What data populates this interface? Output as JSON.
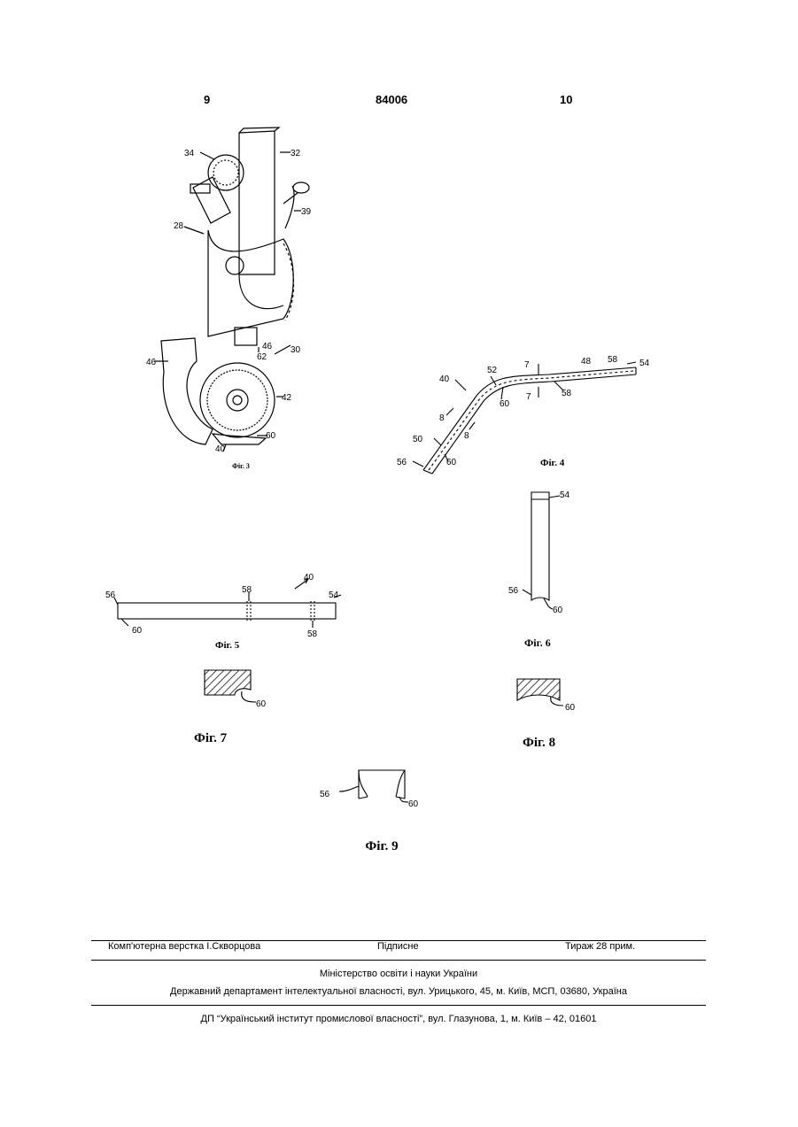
{
  "header": {
    "page_left": "9",
    "patent_number": "84006",
    "page_right": "10"
  },
  "fig3": {
    "caption": "Фіг. 3",
    "labels": {
      "l34": "34",
      "l32": "32",
      "l39": "39",
      "l28": "28",
      "l46a": "46",
      "l46b": "46",
      "l62": "62",
      "l30": "30",
      "l42": "42",
      "l40": "40",
      "l60": "60"
    }
  },
  "fig4": {
    "caption": "Фіг. 4",
    "labels": {
      "l40": "40",
      "l52": "52",
      "l7a": "7",
      "l48": "48",
      "l58a": "58",
      "l54": "54",
      "l58b": "58",
      "l7b": "7",
      "l60a": "60",
      "l8a": "8",
      "l8b": "8",
      "l50": "50",
      "l56": "56",
      "l60b": "60"
    }
  },
  "fig5": {
    "caption": "Фіг. 5",
    "labels": {
      "l56": "56",
      "l58a": "58",
      "l40": "40",
      "l54": "54",
      "l60": "60",
      "l58b": "58"
    }
  },
  "fig6": {
    "caption": "Фіг. 6",
    "labels": {
      "l54": "54",
      "l56": "56",
      "l60": "60"
    }
  },
  "fig7": {
    "caption": "Фіг. 7",
    "labels": {
      "l60": "60"
    }
  },
  "fig8": {
    "caption": "Фіг. 8",
    "labels": {
      "l60": "60"
    }
  },
  "fig9": {
    "caption": "Фіг. 9",
    "labels": {
      "l56": "56",
      "l60": "60"
    }
  },
  "footer": {
    "layout": "Комп'ютерна верстка І.Скворцова",
    "subscription": "Підписне",
    "circulation": "Тираж 28 прим.",
    "ministry": "Міністерство освіти і науки України",
    "department": "Державний департамент інтелектуальної власності, вул. Урицького, 45, м. Київ, МСП, 03680, Україна",
    "institute": "ДП “Український інститут промислової власності”, вул. Глазунова, 1, м. Київ – 42, 01601"
  }
}
